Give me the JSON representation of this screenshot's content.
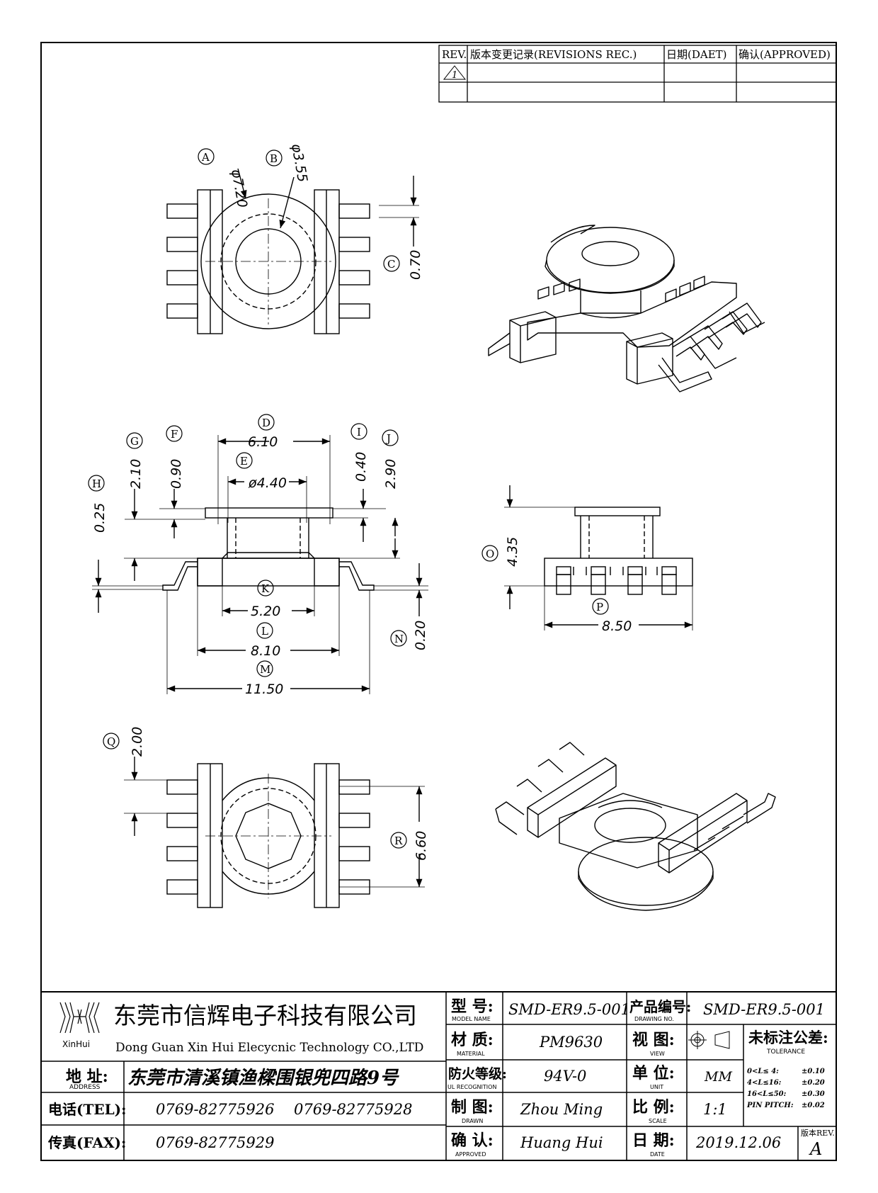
{
  "revisions": {
    "headers": [
      "REV.",
      "版本变更记录(REVISIONS REC.)",
      "日期(DAET)",
      "确认(APPROVED)"
    ],
    "rows": [
      {
        "rev": "1",
        "record": "",
        "date": "",
        "approved": ""
      }
    ]
  },
  "top_view": {
    "dims": [
      "φ7.20",
      "φ3.55",
      "0.70"
    ],
    "labels": [
      "A",
      "B",
      "C"
    ]
  },
  "side_view": {
    "dims": [
      "6.10",
      "ø4.40",
      "2.10",
      "0.90",
      "0.25",
      "0.40",
      "2.90",
      "5.20",
      "8.10",
      "11.50",
      "0.20"
    ],
    "labels": [
      "D",
      "E",
      "F",
      "G",
      "H",
      "I",
      "J",
      "K",
      "L",
      "M",
      "N"
    ]
  },
  "front_view": {
    "dims": [
      "4.35",
      "8.50"
    ],
    "labels": [
      "O",
      "P"
    ]
  },
  "bottom_view": {
    "dims": [
      "2.00",
      "6.60"
    ],
    "labels": [
      "Q",
      "R"
    ]
  },
  "title_block": {
    "logo_text": "XinHui",
    "company_cn": "东莞市信辉电子科技有限公司",
    "company_en": "Dong Guan Xin Hui Elecycnic Technology CO.,LTD",
    "address_label": "地 址:",
    "address_label_en": "ADDRESS",
    "address": "东莞市清溪镇渔樑围银兜四路9号",
    "tel_label": "电话(TEL):",
    "tel1": "0769-82775926",
    "tel2": "0769-82775928",
    "fax_label": "传真(FAX):",
    "fax": "0769-82775929",
    "model_label": "型 号:",
    "model_label_en": "MODEL NAME",
    "model": "SMD-ER9.5-001",
    "material_label": "材 质:",
    "material_label_en": "MATERIAL",
    "material": "PM9630",
    "ul_label": "防火等级:",
    "ul_label_en": "UL RECOGNITION",
    "ul": "94V-0",
    "drawn_label": "制 图:",
    "drawn_label_en": "DRAWN",
    "drawn": "Zhou Ming",
    "approved_label": "确 认:",
    "approved_label_en": "APPROVED",
    "approved": "Huang Hui",
    "drawing_no_label": "产品编号:",
    "drawing_no_label_en": "DRAWING NO.",
    "drawing_no": "SMD-ER9.5-001",
    "view_label": "视 图:",
    "view_label_en": "VIEW",
    "unit_label": "单 位:",
    "unit_label_en": "UNIT",
    "unit": "MM",
    "scale_label": "比 例:",
    "scale_label_en": "SCALE",
    "scale": "1:1",
    "date_label": "日 期:",
    "date_label_en": "DATE",
    "date": "2019.12.06",
    "tolerance_label": "未标注公差:",
    "tolerance_label_en": "TOLERANCE",
    "tolerances": [
      {
        "range": "0<L≤ 4:",
        "value": "±0.10"
      },
      {
        "range": "4<L≤16:",
        "value": "±0.20"
      },
      {
        "range": "16<L≤50:",
        "value": "±0.30"
      },
      {
        "range": "PIN PITCH:",
        "value": "±0.02"
      }
    ],
    "rev_label": "版本REV.",
    "rev": "A"
  }
}
